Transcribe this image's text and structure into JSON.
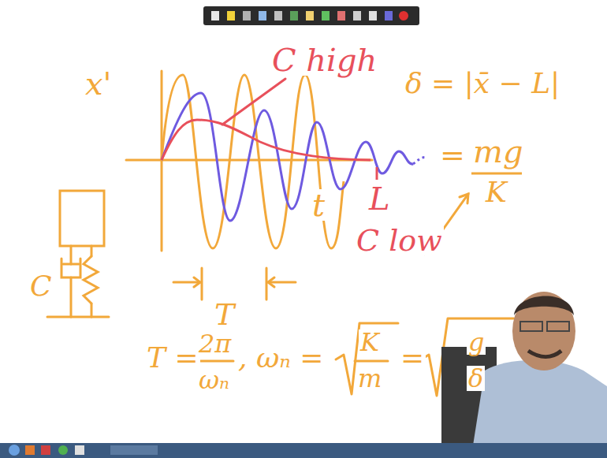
{
  "diagram": {
    "labels": [
      "x'",
      "C high",
      "δ = |x̄ − L|",
      "=",
      "mg",
      "K",
      "L",
      "C low",
      "t",
      "C",
      "T",
      "T =",
      "2π",
      "ωₙ",
      ", ωₙ =",
      "K",
      "m",
      "=",
      "g",
      "δ"
    ]
  }
}
